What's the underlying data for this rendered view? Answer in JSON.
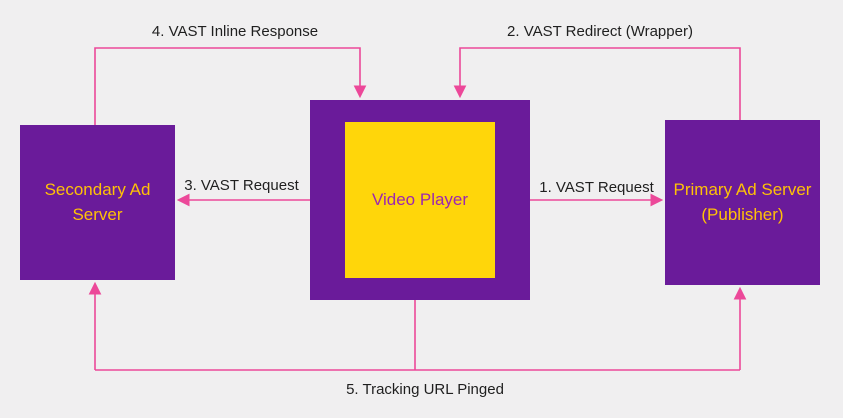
{
  "diagram": {
    "nodes": {
      "secondary": {
        "label": "Secondary Ad Server"
      },
      "player": {
        "label": "Video Player"
      },
      "primary": {
        "label": "Primary Ad Server (Publisher)"
      }
    },
    "arrows": [
      {
        "id": "vast-request-primary",
        "label": "1. VAST Request",
        "from": "player",
        "to": "primary"
      },
      {
        "id": "vast-redirect-wrapper",
        "label": "2. VAST Redirect (Wrapper)",
        "from": "primary",
        "to": "player"
      },
      {
        "id": "vast-request-secondary",
        "label": "3. VAST Request",
        "from": "player",
        "to": "secondary"
      },
      {
        "id": "vast-inline-response",
        "label": "4. VAST Inline Response",
        "from": "secondary",
        "to": "player"
      },
      {
        "id": "tracking-url-pinged",
        "label": "5. Tracking URL Pinged",
        "from": "player",
        "to": "secondary and primary"
      }
    ],
    "colors": {
      "background": "#f0eff0",
      "node_purple": "#6a1b9a",
      "inner_yellow": "#ffd60a",
      "node_text_yellow": "#ffc107",
      "player_text_purple": "#9c27b0",
      "arrow_pink": "#ec4899",
      "label_text": "#1f1f1f"
    }
  }
}
